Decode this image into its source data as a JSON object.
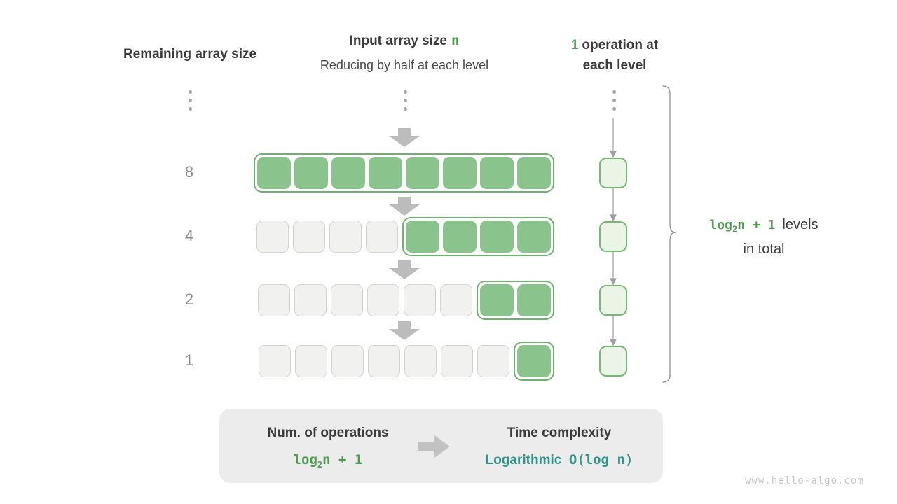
{
  "accent": {
    "green": "#4e9b52",
    "teal": "#2f948b"
  },
  "headers": {
    "remaining": "Remaining array size",
    "input_title": "Input array size",
    "input_var": "n",
    "input_subtitle": "Reducing by half at each level",
    "ops_count": "1",
    "ops_line1": "operation at",
    "ops_line2": "each level"
  },
  "levels": {
    "rows": [
      {
        "label": "8",
        "inactive_cells": 0,
        "active_cells": 8
      },
      {
        "label": "4",
        "inactive_cells": 4,
        "active_cells": 4
      },
      {
        "label": "2",
        "inactive_cells": 6,
        "active_cells": 2
      },
      {
        "label": "1",
        "inactive_cells": 7,
        "active_cells": 1
      }
    ]
  },
  "brace_note": {
    "formula_log": "log",
    "formula_sub": "2",
    "formula_rest": "n + 1",
    "line1_rest": "levels",
    "line2": "in total"
  },
  "summary": {
    "ops_title": "Num. of operations",
    "ops_formula_log": "log",
    "ops_formula_sub": "2",
    "ops_formula_rest": "n + 1",
    "time_title": "Time complexity",
    "time_class": "Logarithmic",
    "time_big_o": "O(log n)"
  },
  "watermark": "www.hello-algo.com",
  "icons": {
    "down_arrow": "▼",
    "right_arrow": "➡",
    "vertical_ellipsis": "⋮",
    "curly_brace": "}"
  }
}
